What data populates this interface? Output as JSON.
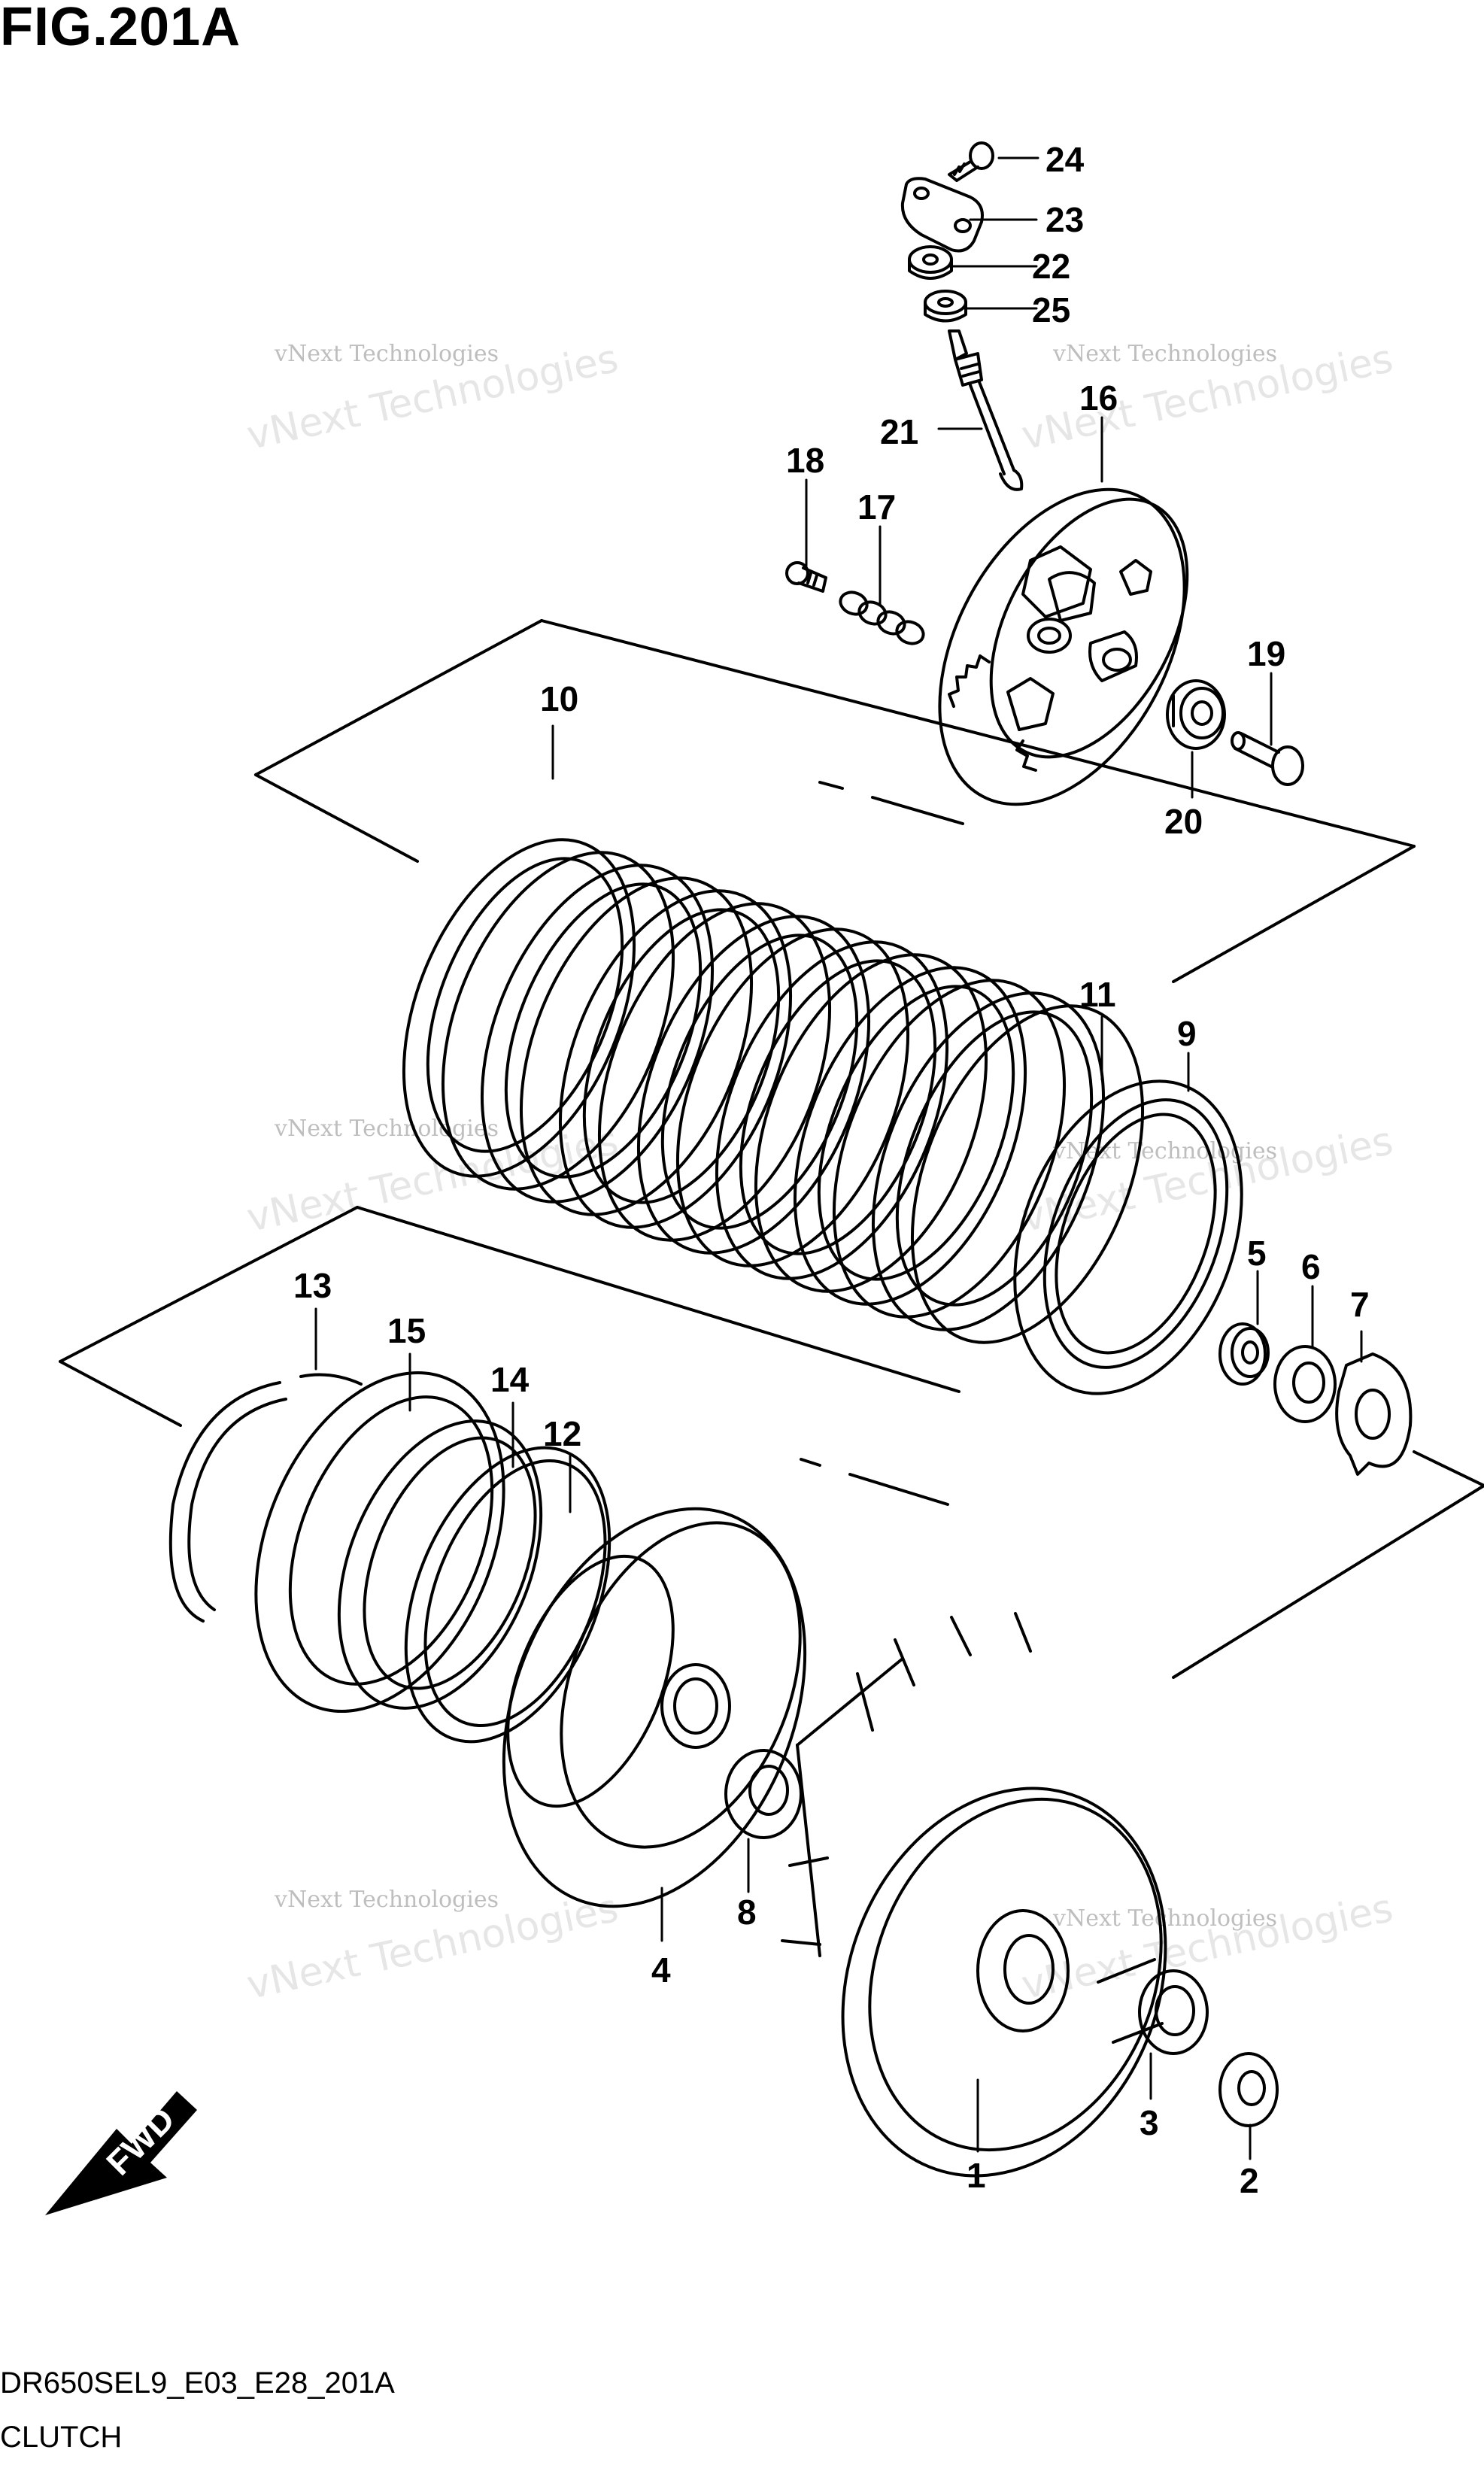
{
  "figure": {
    "title": "FIG.201A",
    "code": "DR650SEL9_E03_E28_201A",
    "name": "CLUTCH"
  },
  "watermark": {
    "line1": "vNext Technologies",
    "line2": "vNext Technologies"
  },
  "fwd_label": "FWD",
  "callouts": {
    "c1": "1",
    "c2": "2",
    "c3": "3",
    "c4": "4",
    "c5": "5",
    "c6": "6",
    "c7": "7",
    "c8": "8",
    "c9": "9",
    "c10": "10",
    "c11": "11",
    "c12": "12",
    "c13": "13",
    "c14": "14",
    "c15": "15",
    "c16": "16",
    "c17": "17",
    "c18": "18",
    "c19": "19",
    "c20": "20",
    "c21": "21",
    "c22": "22",
    "c23": "23",
    "c24": "24",
    "c25": "25"
  },
  "colors": {
    "line": "#000000",
    "background": "#ffffff"
  }
}
